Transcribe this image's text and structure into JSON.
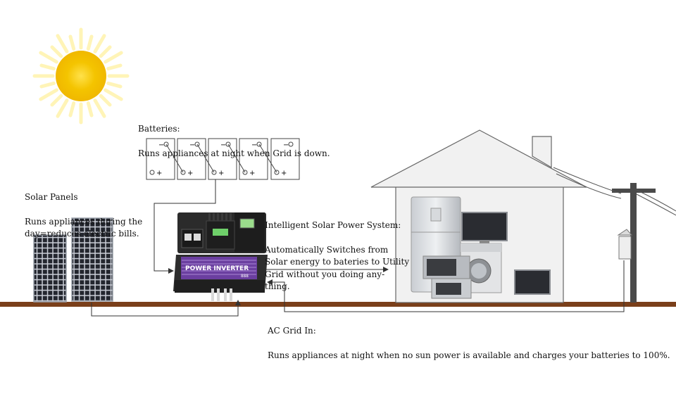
{
  "labels": {
    "batteries": {
      "title": "Batteries:",
      "desc": "Runs appliances at night when Grid is down."
    },
    "solar_panels": {
      "title": "Solar Panels",
      "desc": "Runs appliances during the\nday=reduces electric bills."
    },
    "system": {
      "title": "Intelligent Solar Power System:",
      "desc": "Automatically Switches from\nSolar energy to bateries to Utility\nGrid without you doing any-\nthing."
    },
    "grid": {
      "title": "AC Grid In:",
      "desc": "Runs appliances at night when no sun power is available and charges your batteries to 100%."
    }
  },
  "battery_symbols": {
    "minus": "−",
    "plus": "+"
  },
  "inverter": {
    "brand_text": "POWER INVERTER",
    "display_value": "888"
  },
  "colors": {
    "ground": "#7a3f1a",
    "sun_core": "#f4c400",
    "sun_rays": "#fff1a0",
    "house_fill": "#f2f2f2",
    "house_stroke": "#555555",
    "pole": "#4a4a4a",
    "line": "#333333",
    "inverter_purple": "#6b3fa0",
    "panel_cell": "#2a2e38"
  }
}
